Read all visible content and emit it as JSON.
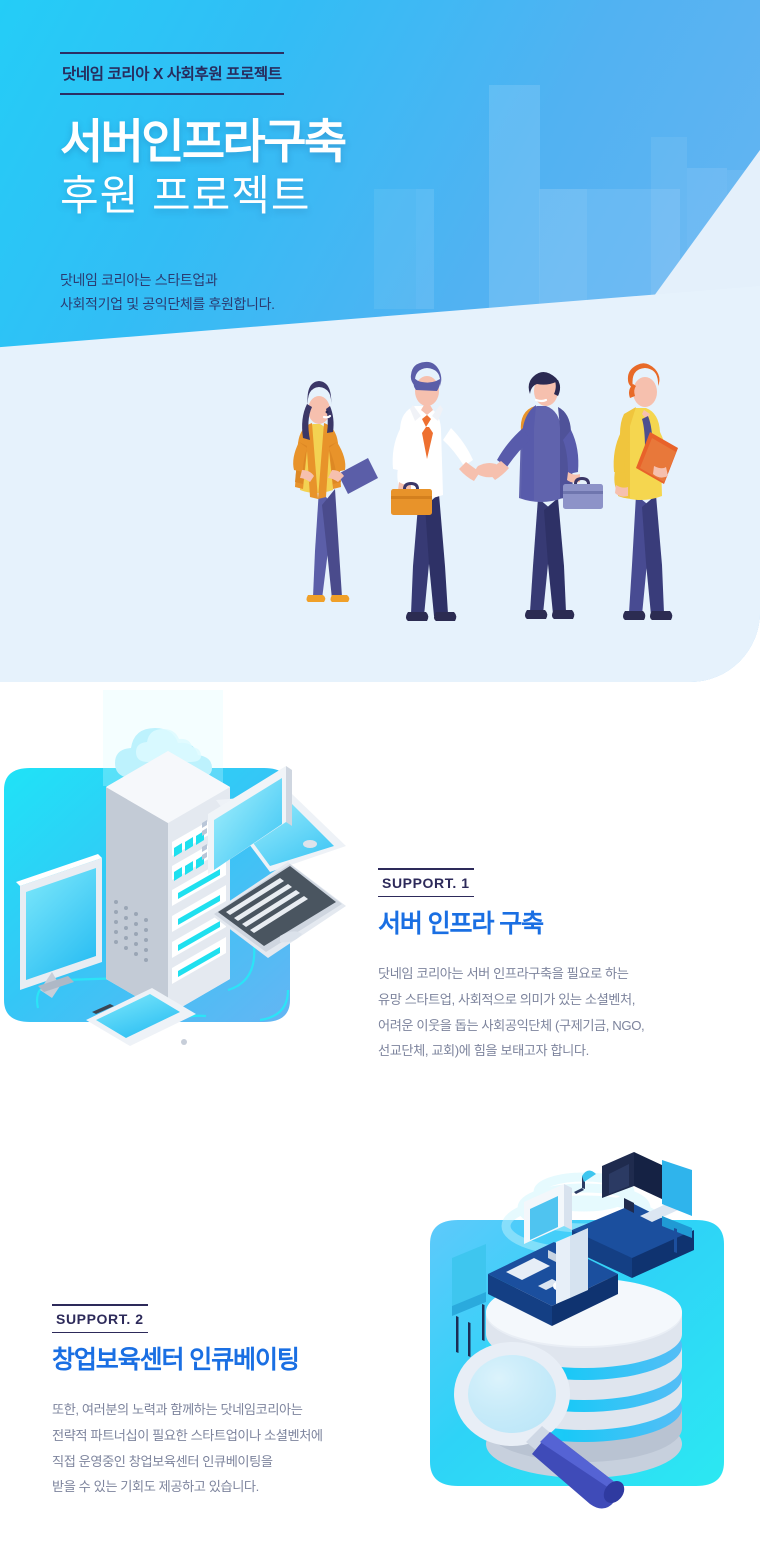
{
  "hero": {
    "tagline": "닷네임 코리아 X 사회후원 프로젝트",
    "title_line1": "서버인프라구축",
    "title_line2": "후원 프로젝트",
    "subtitle_line1": "닷네임 코리아는 스타트업과",
    "subtitle_line2": "사회적기업 및 공익단체를 후원합니다.",
    "illustration": "business-handshake-illustration",
    "colors": {
      "gradient_start": "#24cdf7",
      "gradient_end": "#6ab6f1",
      "pale_panel": "#e6f2fc",
      "tagline_text": "#272c5e",
      "title_text": "#ffffff",
      "subtitle_text": "#2b3c72"
    }
  },
  "sections": [
    {
      "label": "SUPPORT. 1",
      "heading": "서버 인프라 구축",
      "body_lines": [
        "닷네임 코리아는 서버 인프라구축을 필요로 하는",
        "유망 스타트업, 사회적으로 의미가 있는 소셜벤처,",
        "어려운 이웃을 돕는 사회공익단체 (구제기금, NGO,",
        "선교단체, 교회)에 힘을 보태고자 합니다."
      ],
      "illustration": "server-rack-devices-cloud-illustration",
      "heading_color": "#1a6fe3",
      "label_color": "#2d2a5a",
      "body_color": "#7d849d"
    },
    {
      "label": "SUPPORT. 2",
      "heading": "창업보육센터 인큐베이팅",
      "body_lines": [
        "또한, 여러분의 노력과 함께하는 닷네임코리아는",
        "전략적 파트너십이 필요한 스타트업이나 소셜벤처에",
        "직접 운영중인 창업보육센터 인큐베이팅을",
        "받을 수 있는 기회도 제공하고 있습니다."
      ],
      "illustration": "database-workspace-magnifier-illustration",
      "heading_color": "#1a6fe3",
      "label_color": "#2d2a5a",
      "body_color": "#7d849d"
    }
  ]
}
